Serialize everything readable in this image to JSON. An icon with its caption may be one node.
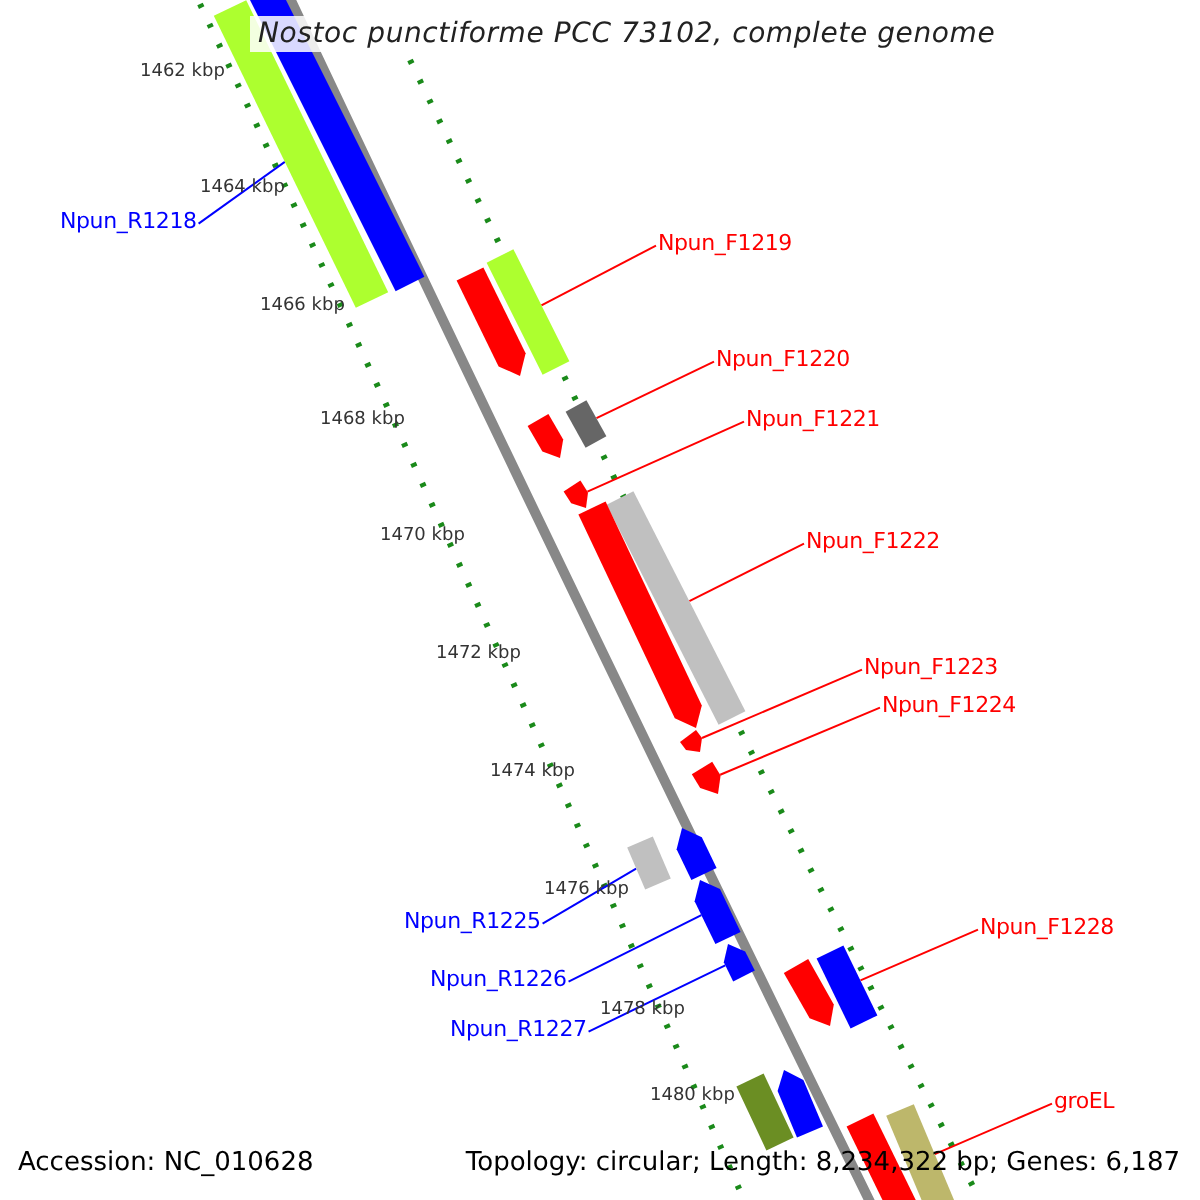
{
  "diagram": {
    "title": "Nostoc punctiforme PCC 73102, complete genome",
    "nodes": [
      {
        "text": [
          "Npun_R1218"
        ]
      },
      {
        "text": [
          "Npun_F1219"
        ]
      },
      {
        "text": [
          "Npun_F1220"
        ]
      },
      {
        "text": [
          "Npun_F1221"
        ]
      },
      {
        "text": [
          "Npun_F1222"
        ]
      },
      {
        "text": [
          "Npun_F1223"
        ]
      },
      {
        "text": [
          "Npun_F1224"
        ]
      },
      {
        "text": [
          "Npun_R1225"
        ]
      },
      {
        "text": [
          "Npun_R1226"
        ]
      },
      {
        "text": [
          "Npun_R1227"
        ]
      },
      {
        "text": [
          "Npun_F1228"
        ]
      },
      {
        "text": [
          "groEL"
        ]
      },
      {
        "text": [],
        "shape": "bar"
      },
      {
        "text": [],
        "shape": "bar"
      },
      {
        "text": [],
        "shape": "bar"
      },
      {
        "text": [],
        "shape": "arrow"
      },
      {
        "text": [],
        "shape": "bar"
      },
      {
        "text": [],
        "shape": "arrow"
      },
      {
        "text": [],
        "shape": "arrow"
      },
      {
        "text": [],
        "shape": "bar"
      },
      {
        "text": [],
        "shape": "arrow"
      },
      {
        "text": [],
        "shape": "arrow"
      },
      {
        "text": [],
        "shape": "bar"
      },
      {
        "text": [],
        "shape": "bar"
      },
      {
        "text": [],
        "shape": "bar"
      },
      {
        "text": [],
        "shape": "arrow"
      },
      {
        "text": [],
        "shape": "arrow"
      },
      {
        "text": [],
        "shape": "arrow"
      },
      {
        "text": [],
        "shape": "arrow"
      },
      {
        "text": [],
        "shape": "arrow"
      },
      {
        "text": [],
        "shape": "bar"
      },
      {
        "text": [],
        "shape": "arrow"
      },
      {
        "text": [],
        "shape": "bar"
      }
    ],
    "edges": [
      {
        "from": 0,
        "to": 12,
        "arrow": "none",
        "color": "#0000ff"
      },
      {
        "from": 1,
        "to": 13,
        "arrow": "none"
      },
      {
        "from": 2,
        "to": 14,
        "arrow": "none"
      },
      {
        "from": 3,
        "to": 15,
        "arrow": "none"
      },
      {
        "from": 4,
        "to": 16,
        "arrow": "none"
      },
      {
        "from": 5,
        "to": 17,
        "arrow": "none"
      },
      {
        "from": 6,
        "to": 18,
        "arrow": "none"
      },
      {
        "from": 7,
        "to": 19,
        "arrow": "none",
        "color": "#0000ff"
      },
      {
        "from": 8,
        "to": 20,
        "arrow": "none",
        "color": "#0000ff"
      },
      {
        "from": 9,
        "to": 21,
        "arrow": "none",
        "color": "#0000ff"
      },
      {
        "from": 10,
        "to": 22,
        "arrow": "none"
      },
      {
        "from": 11,
        "to": 23,
        "arrow": "none"
      }
    ],
    "labels": [
      "1462 kbp",
      "1464 kbp",
      "1466 kbp",
      "1468 kbp",
      "1470 kbp",
      "1472 kbp",
      "1474 kbp",
      "1476 kbp",
      "1478 kbp",
      "1480 kbp",
      "Accession: NC_010628",
      "Topology: circular; Length: 8,234,322 bp; Genes: 6,187"
    ]
  }
}
